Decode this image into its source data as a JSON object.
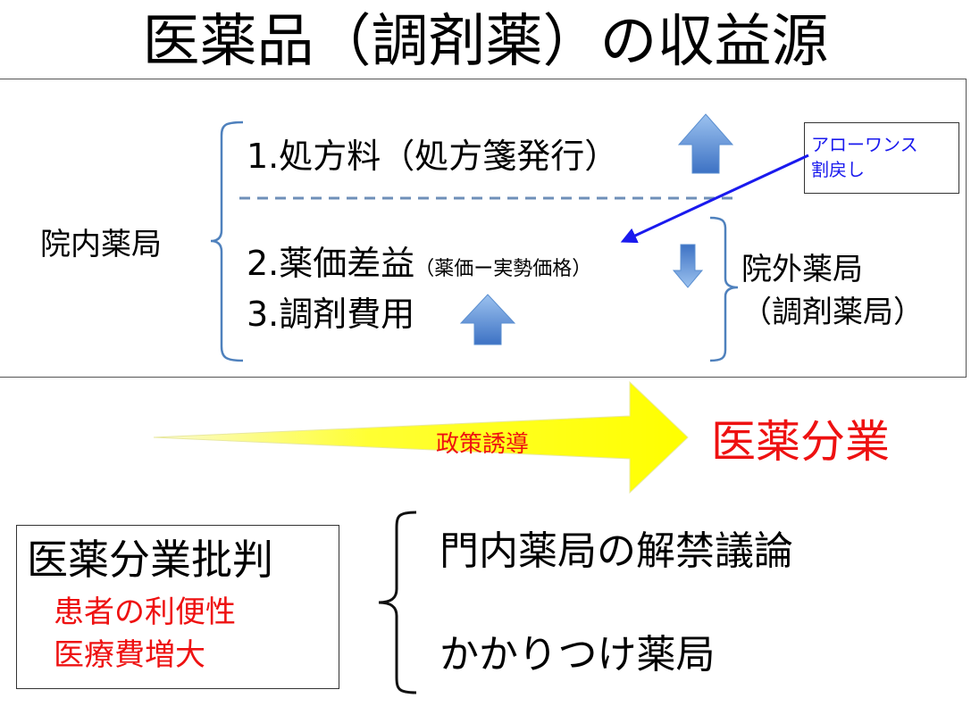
{
  "title": "医薬品（調剤薬）の収益源",
  "inhouse_label": "院内薬局",
  "items": {
    "item1": "1.処方料（処方箋発行）",
    "item2_main": "2.薬価差益",
    "item2_sub": "（薬価ー実勢価格）",
    "item3": "3.調剤費用"
  },
  "outside_label": "院外薬局\n（調剤薬局）",
  "allowance": "アローワンス\n割戻し",
  "policy": "政策誘導",
  "result": "医薬分業",
  "critique": {
    "title": "医薬分業批判",
    "points": [
      "患者の利便性",
      "医療費増大"
    ]
  },
  "responses": [
    "門内薬局の解禁議論",
    "かかりつけ薬局"
  ],
  "colors": {
    "arrow_blue": "#4f86d6",
    "policy_arrow": "#ffff00",
    "accent_red": "#ee1111",
    "link_blue": "#1a1aee",
    "dashed_line": "#6f8fb8"
  },
  "icons": {
    "up_arrow": "up-arrow-icon",
    "down_arrow": "down-arrow-icon"
  }
}
